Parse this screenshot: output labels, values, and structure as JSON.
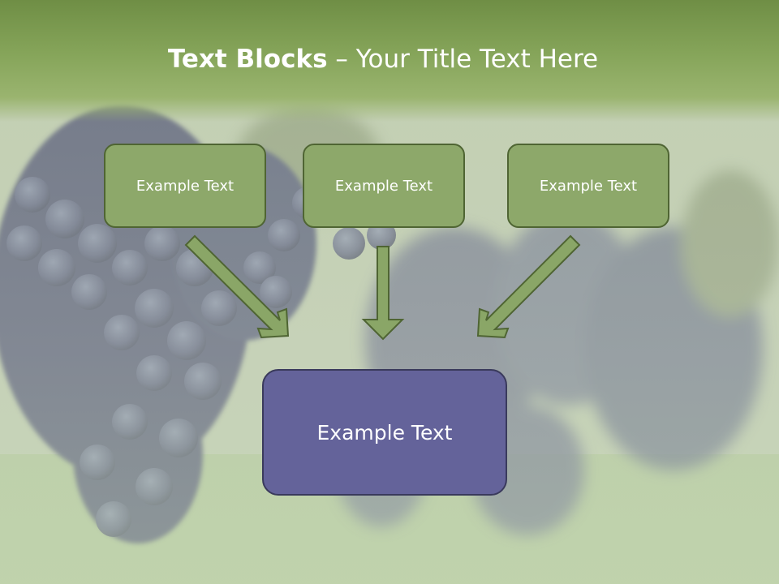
{
  "title": {
    "bold": "Text Blocks",
    "dash": " – ",
    "rest": "Your Title Text Here"
  },
  "boxes": {
    "left": "Example Text",
    "center": "Example Text",
    "right": "Example Text",
    "main": "Example Text"
  },
  "colors": {
    "header_green": "#86a55a",
    "box_green": "#8da86a",
    "box_purple": "#64639a",
    "arrow_green": "#8aa667"
  }
}
